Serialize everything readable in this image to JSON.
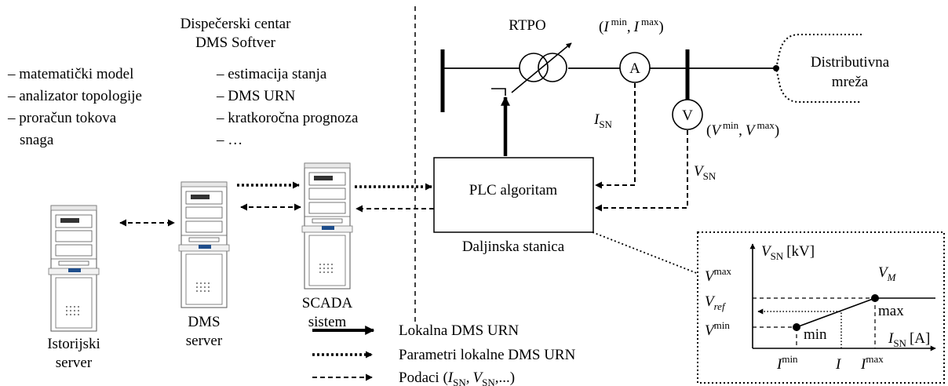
{
  "center": {
    "title_line1": "Dispečerski centar",
    "title_line2": "DMS Softver",
    "left_list": [
      "– matematički model",
      "– analizator topologije",
      "– proračun tokova",
      "snaga"
    ],
    "right_list": [
      "– estimacija stanja",
      "– DMS URN",
      "– kratkoročna prognoza",
      "– …"
    ]
  },
  "grid": {
    "rtpo_label": "RTPO",
    "ammeter_symbol": "A",
    "voltmeter_symbol": "V",
    "current_limits": {
      "open": "(",
      "i1": "I",
      "min": "min",
      "sep": ",",
      "i2": "I",
      "max": "max",
      "close": ")"
    },
    "voltage_limits": {
      "open": "(",
      "v1": "V",
      "min": "min",
      "sep": ",",
      "v2": "V",
      "max": "max",
      "close": ")"
    },
    "isn": {
      "sym": "I",
      "sub": "SN"
    },
    "vsn": {
      "sym": "V",
      "sub": "SN"
    },
    "network_line1": "Distributivna",
    "network_line2": "mreža"
  },
  "plc": {
    "label": "PLC algoritam",
    "station_label": "Daljinska stanica"
  },
  "servers": {
    "historical": [
      "Istorijski",
      "server"
    ],
    "dms": [
      "DMS",
      "server"
    ],
    "scada": [
      "SCADA",
      "sistem"
    ]
  },
  "legend": {
    "solid": "Lokalna DMS URN",
    "dotted": "Parametri lokalne DMS URN",
    "dashed_prefix": "Podaci (",
    "i_sym": "I",
    "i_sub": "SN",
    "comma": ",",
    "v_sym": "V",
    "v_sub": "SN",
    "dashed_suffix": ",...)"
  },
  "inset": {
    "y_axis": {
      "sym": "V",
      "sub": "SN",
      "unit": "[kV]"
    },
    "x_axis": {
      "sym": "I",
      "sub": "SN",
      "unit": "[A]"
    },
    "vmax": {
      "sym": "V",
      "sup": "max"
    },
    "vref": {
      "sym": "V",
      "sub": "ref"
    },
    "vmin": {
      "sym": "V",
      "sup": "min"
    },
    "vm": {
      "sym": "V",
      "sub": "M"
    },
    "imin": {
      "sym": "I",
      "sup": "min"
    },
    "i": "I",
    "imax": {
      "sym": "I",
      "sup": "max"
    },
    "min_label": "min",
    "max_label": "max"
  }
}
